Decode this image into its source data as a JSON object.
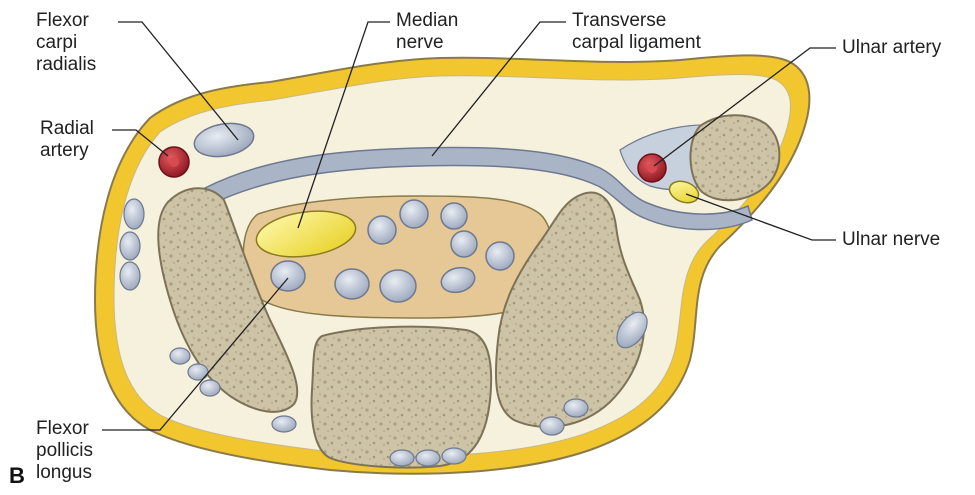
{
  "figure": {
    "panel_letter": "B",
    "labels": {
      "flexor_carpi_radialis": "Flexor\ncarpi\nradialis",
      "median_nerve": "Median\nnerve",
      "transverse_carpal_ligament": "Transverse\ncarpal ligament",
      "ulnar_artery": "Ulnar artery",
      "radial_artery": "Radial\nartery",
      "ulnar_nerve": "Ulnar nerve",
      "flexor_pollicis_longus": "Flexor\npollicis\nlongus"
    }
  },
  "colors": {
    "skin_yellow": "#f2c62f",
    "skin_outline": "#8a7a4a",
    "fat_cream": "#f5f1dc",
    "ligament": "#a9b4c7",
    "tendon": "#b9c3d3",
    "tendon_outline": "#6e7890",
    "carpal_tunnel": "#e6c896",
    "bone": "#cbc1a6",
    "bone_texture": "#8a7d5e",
    "artery": "#b2232f",
    "nerve": "#f0e040",
    "leader_line": "#222222"
  }
}
